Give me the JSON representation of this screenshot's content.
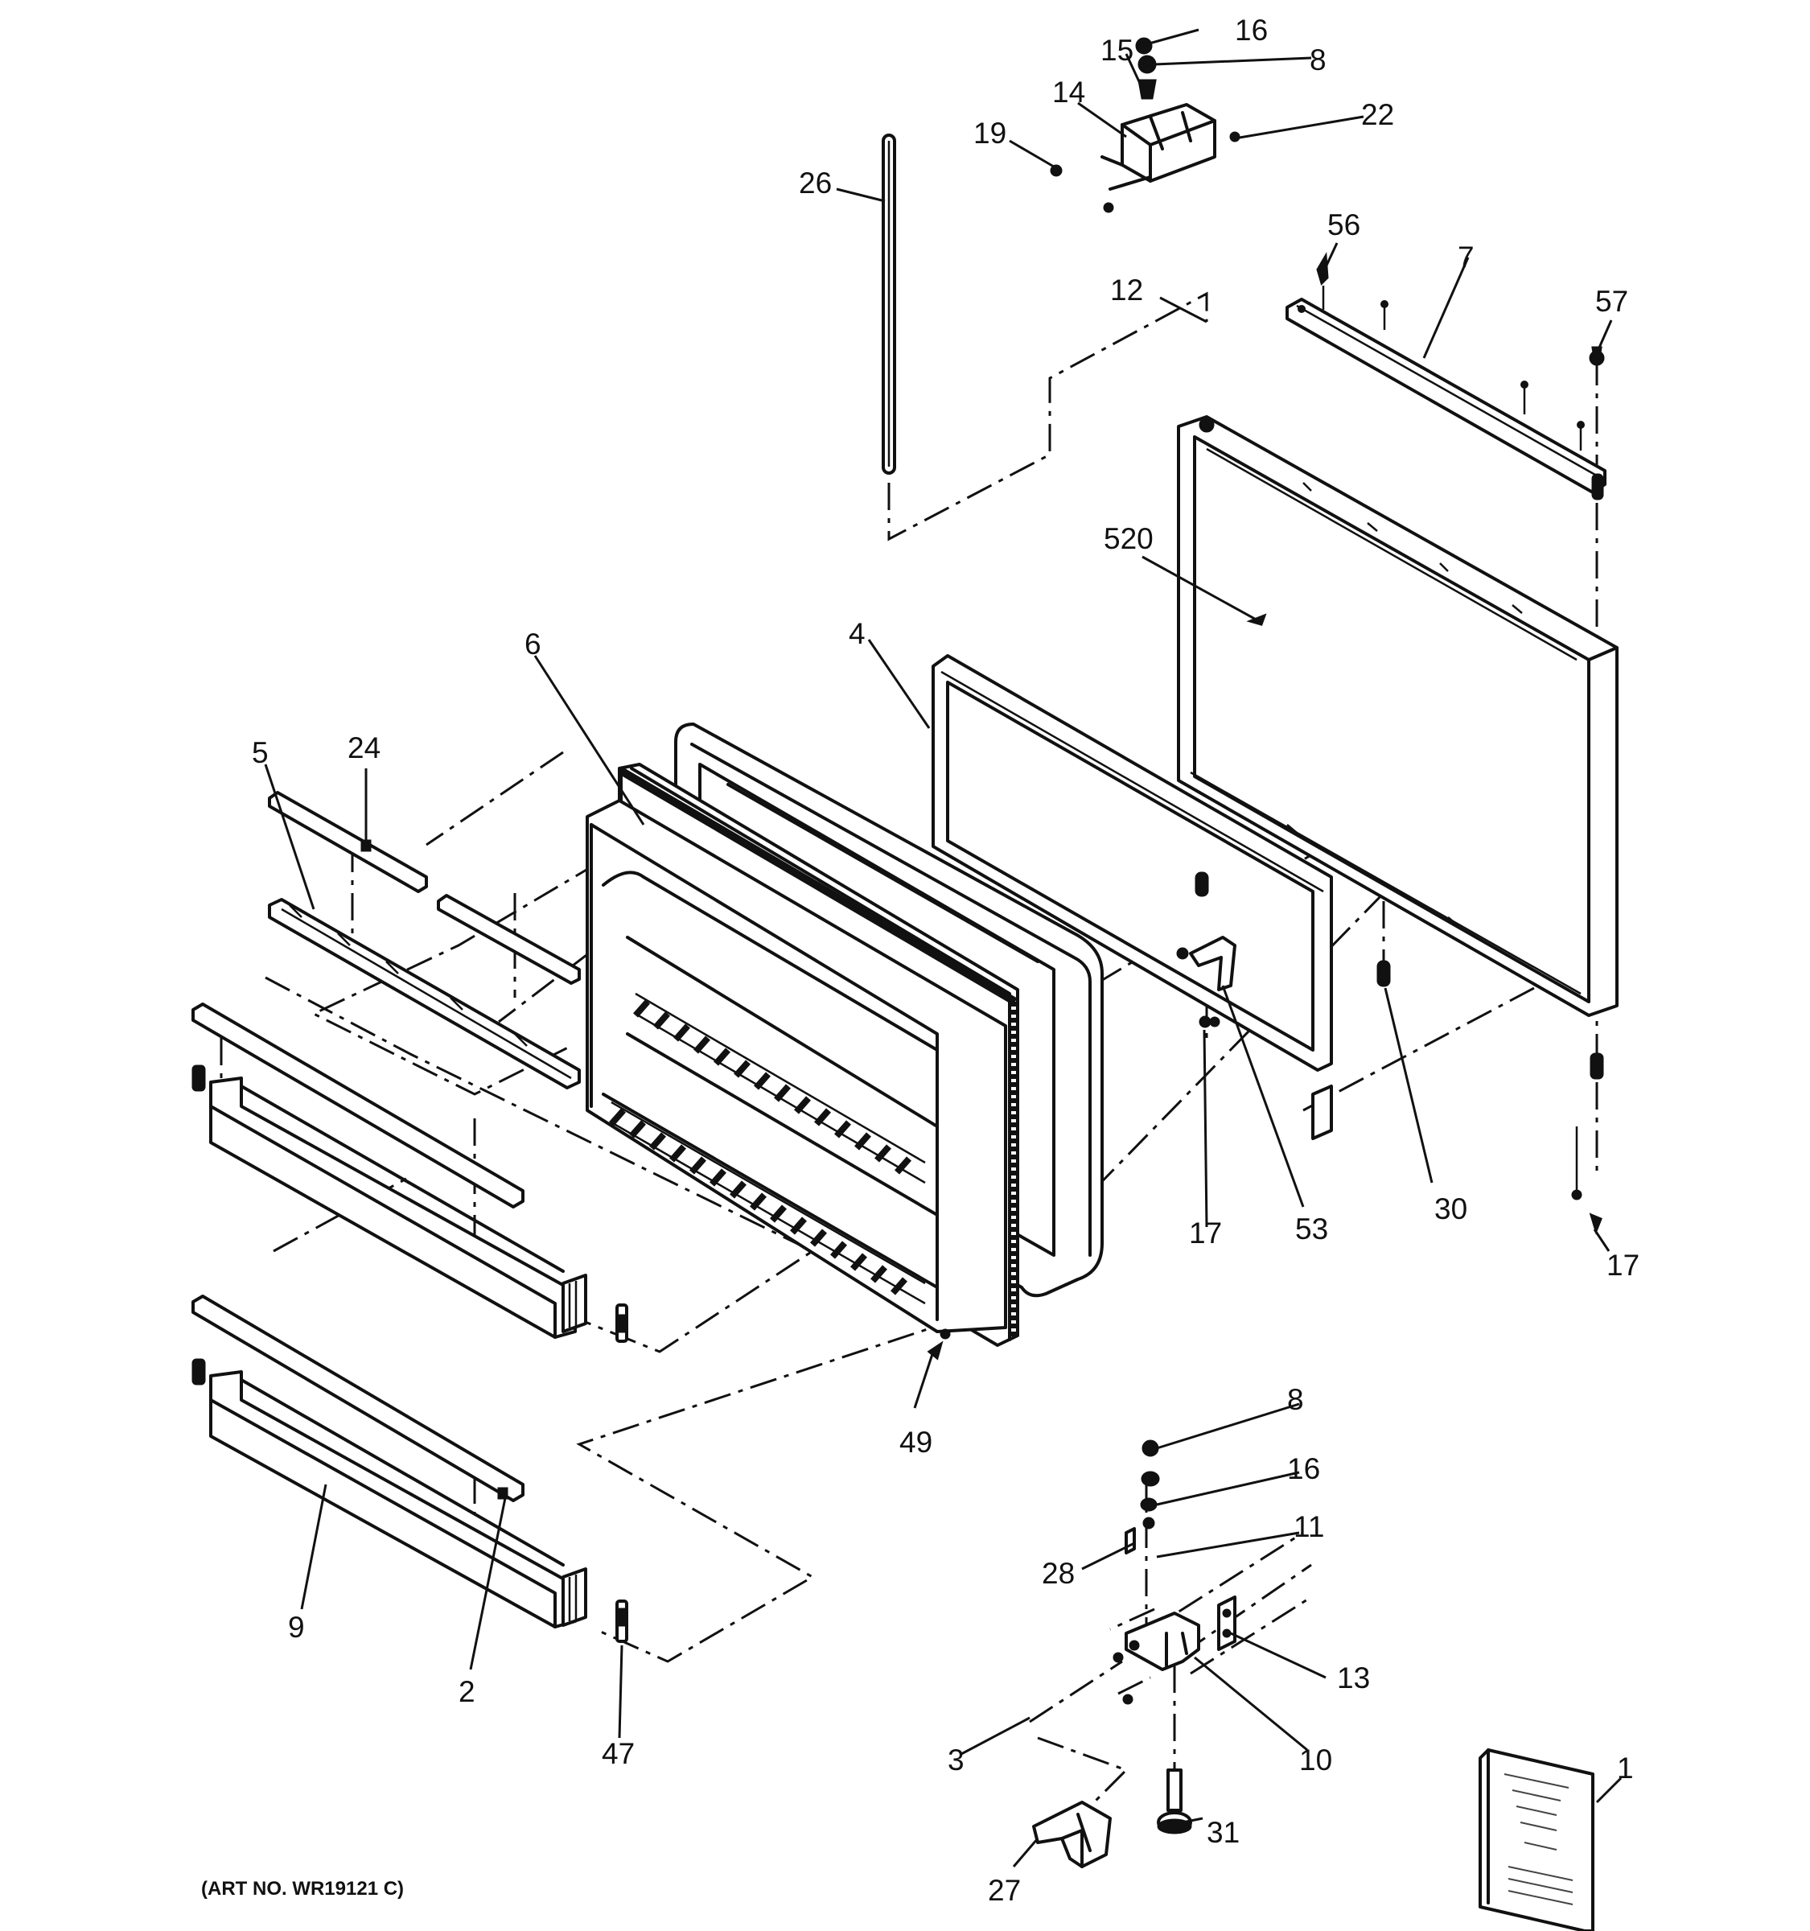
{
  "callouts": {
    "c1": "1",
    "c2": "2",
    "c3": "3",
    "c4": "4",
    "c5": "5",
    "c6": "6",
    "c7": "7",
    "c8a": "8",
    "c8b": "8",
    "c9": "9",
    "c10": "10",
    "c11": "11",
    "c12": "12",
    "c13": "13",
    "c14": "14",
    "c15": "15",
    "c16a": "16",
    "c16b": "16",
    "c17a": "17",
    "c17b": "17",
    "c19": "19",
    "c22": "22",
    "c24": "24",
    "c26": "26",
    "c27": "27",
    "c28": "28",
    "c30": "30",
    "c31": "31",
    "c47": "47",
    "c49": "49",
    "c53": "53",
    "c56": "56",
    "c57": "57",
    "c520": "520"
  },
  "art_number": "(ART NO. WR19121 C)"
}
